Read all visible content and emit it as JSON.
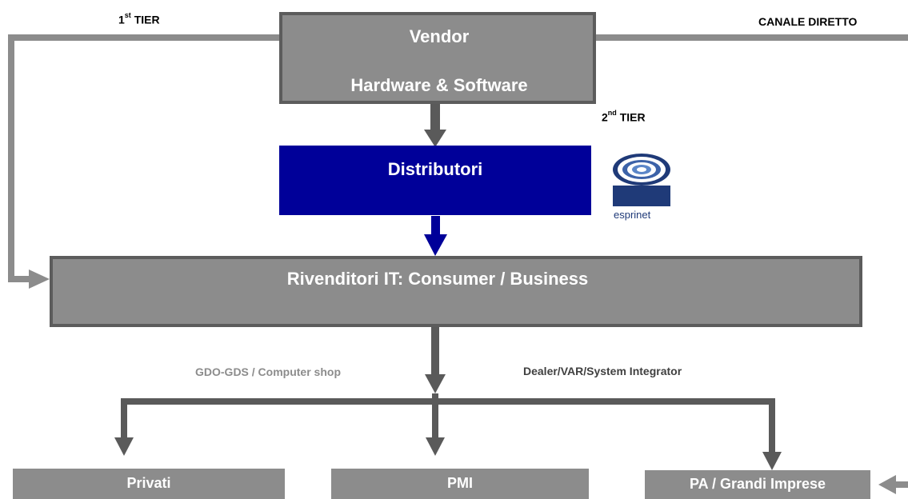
{
  "colors": {
    "gray_box": "#8c8c8c",
    "gray_border": "#5c5c5c",
    "gray_line": "#8c8c8c",
    "dark_line": "#5a5a5a",
    "navy": "#000099",
    "channel_left": "#8c8c8c",
    "channel_right": "#404040"
  },
  "tiers": {
    "first": {
      "num": "1",
      "sup": "st",
      "label": "TIER"
    },
    "second": {
      "num": "2",
      "sup": "nd",
      "label": "TIER"
    },
    "direct": "CANALE DIRETTO"
  },
  "vendor": {
    "line1": "Vendor",
    "line2": "Hardware & Software"
  },
  "distributori": {
    "label": "Distributori"
  },
  "logo": {
    "text": "esprinet"
  },
  "rivenditori": {
    "label": "Rivenditori IT: Consumer / Business"
  },
  "channels": {
    "left": "GDO-GDS / Computer shop",
    "right": "Dealer/VAR/System Integrator"
  },
  "segments": {
    "privati": "Privati",
    "pmi": "PMI",
    "pa": "PA / Grandi Imprese"
  }
}
